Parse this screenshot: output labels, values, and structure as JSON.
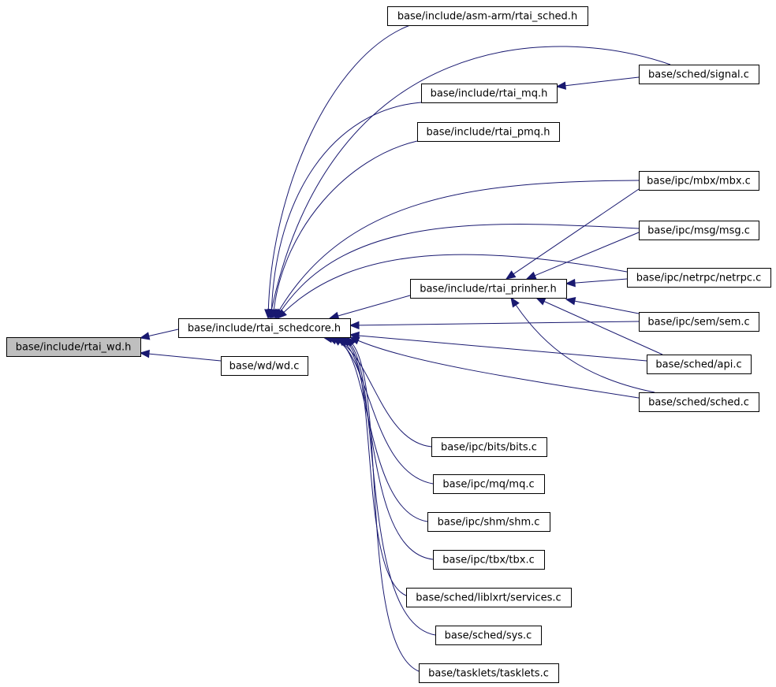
{
  "graph": {
    "nodes": [
      {
        "id": "rtai_wd_h",
        "label": "base/include/rtai_wd.h",
        "role": "root"
      },
      {
        "id": "rtai_schedcore_h",
        "label": "base/include/rtai_schedcore.h"
      },
      {
        "id": "wd_c",
        "label": "base/wd/wd.c"
      },
      {
        "id": "asm_arm_rtai_sched_h",
        "label": "base/include/asm-arm/rtai_sched.h"
      },
      {
        "id": "signal_c",
        "label": "base/sched/signal.c"
      },
      {
        "id": "rtai_mq_h",
        "label": "base/include/rtai_mq.h"
      },
      {
        "id": "rtai_pmq_h",
        "label": "base/include/rtai_pmq.h"
      },
      {
        "id": "mbx_c",
        "label": "base/ipc/mbx/mbx.c"
      },
      {
        "id": "msg_c",
        "label": "base/ipc/msg/msg.c"
      },
      {
        "id": "netrpc_c",
        "label": "base/ipc/netrpc/netrpc.c"
      },
      {
        "id": "rtai_prinher_h",
        "label": "base/include/rtai_prinher.h"
      },
      {
        "id": "sem_c",
        "label": "base/ipc/sem/sem.c"
      },
      {
        "id": "api_c",
        "label": "base/sched/api.c"
      },
      {
        "id": "sched_c",
        "label": "base/sched/sched.c"
      },
      {
        "id": "bits_c",
        "label": "base/ipc/bits/bits.c"
      },
      {
        "id": "mq_c",
        "label": "base/ipc/mq/mq.c"
      },
      {
        "id": "shm_c",
        "label": "base/ipc/shm/shm.c"
      },
      {
        "id": "tbx_c",
        "label": "base/ipc/tbx/tbx.c"
      },
      {
        "id": "services_c",
        "label": "base/sched/liblxrt/services.c"
      },
      {
        "id": "sys_c",
        "label": "base/sched/sys.c"
      },
      {
        "id": "tasklets_c",
        "label": "base/tasklets/tasklets.c"
      }
    ],
    "edges": [
      {
        "from": "rtai_schedcore_h",
        "to": "rtai_wd_h"
      },
      {
        "from": "wd_c",
        "to": "rtai_wd_h"
      },
      {
        "from": "asm_arm_rtai_sched_h",
        "to": "rtai_schedcore_h"
      },
      {
        "from": "signal_c",
        "to": "rtai_schedcore_h"
      },
      {
        "from": "rtai_mq_h",
        "to": "rtai_schedcore_h"
      },
      {
        "from": "rtai_pmq_h",
        "to": "rtai_schedcore_h"
      },
      {
        "from": "mbx_c",
        "to": "rtai_schedcore_h"
      },
      {
        "from": "msg_c",
        "to": "rtai_schedcore_h"
      },
      {
        "from": "netrpc_c",
        "to": "rtai_schedcore_h"
      },
      {
        "from": "rtai_prinher_h",
        "to": "rtai_schedcore_h"
      },
      {
        "from": "sem_c",
        "to": "rtai_schedcore_h"
      },
      {
        "from": "api_c",
        "to": "rtai_schedcore_h"
      },
      {
        "from": "sched_c",
        "to": "rtai_schedcore_h"
      },
      {
        "from": "bits_c",
        "to": "rtai_schedcore_h"
      },
      {
        "from": "mq_c",
        "to": "rtai_schedcore_h"
      },
      {
        "from": "shm_c",
        "to": "rtai_schedcore_h"
      },
      {
        "from": "tbx_c",
        "to": "rtai_schedcore_h"
      },
      {
        "from": "services_c",
        "to": "rtai_schedcore_h"
      },
      {
        "from": "sys_c",
        "to": "rtai_schedcore_h"
      },
      {
        "from": "tasklets_c",
        "to": "rtai_schedcore_h"
      },
      {
        "from": "signal_c",
        "to": "rtai_mq_h"
      },
      {
        "from": "mbx_c",
        "to": "rtai_prinher_h"
      },
      {
        "from": "msg_c",
        "to": "rtai_prinher_h"
      },
      {
        "from": "netrpc_c",
        "to": "rtai_prinher_h"
      },
      {
        "from": "sem_c",
        "to": "rtai_prinher_h"
      },
      {
        "from": "api_c",
        "to": "rtai_prinher_h"
      },
      {
        "from": "sched_c",
        "to": "rtai_prinher_h"
      }
    ]
  },
  "colors": {
    "edge": "#191970",
    "node_border": "#000000",
    "node_fill": "#ffffff",
    "root_fill": "#bfbfbf"
  }
}
